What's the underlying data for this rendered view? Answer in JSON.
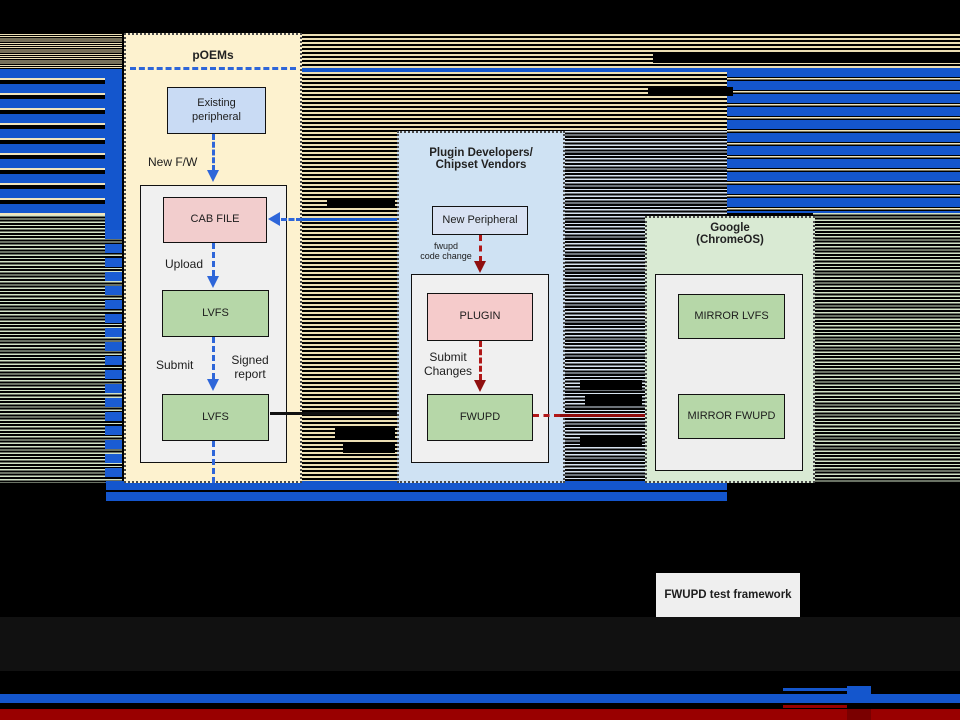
{
  "diagram": {
    "poems_panel": {
      "title": "pOEMs",
      "existing_peripheral": "Existing peripheral",
      "new_fw_label": "New F/W",
      "cab_file": "CAB FILE",
      "upload_label": "Upload",
      "lvfs_top": "LVFS",
      "submit_label": "Submit",
      "signed_report_label": "Signed\nreport",
      "lvfs_bottom": "LVFS"
    },
    "plugin_panel": {
      "title": "Plugin Developers/\nChipset Vendors",
      "new_peripheral": "New Peripheral",
      "fwupd_code_label": "fwupd\ncode change",
      "plugin_box": "PLUGIN",
      "submit_changes_label": "Submit\nChanges",
      "fwupd_box": "FWUPD"
    },
    "google_panel": {
      "title": "Google\n(ChromeOS)",
      "mirror_lvfs": "MIRROR LVFS",
      "mirror_fwupd": "MIRROR FWUPD"
    },
    "test_framework_label": "FWUPD test framework"
  },
  "colors": {
    "accent_blue": "#1456cd",
    "dash_blue": "#2e66d9",
    "dark_red": "#990000",
    "dash_red": "#b01818",
    "panel_cream": "#fdf2cf",
    "panel_blue": "#cfe2f3",
    "panel_green": "#d9ead3",
    "box_pink": "#f2cdcd",
    "box_green": "#b6d7a8",
    "box_blue": "#c9dbf4",
    "gray_box": "#f0f0f0",
    "background": "#000000"
  }
}
